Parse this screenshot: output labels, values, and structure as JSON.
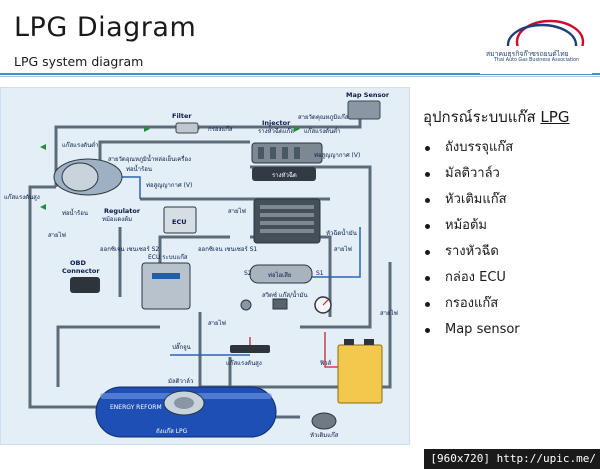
{
  "header": {
    "title": "LPG   Diagram",
    "subtitle": "LPG system  diagram"
  },
  "logo": {
    "name_thai": "สมาคมธุรกิจก๊าซรถยนต์ไทย",
    "name_en": "Thai Auto Gas Business Association"
  },
  "diagram": {
    "labels": {
      "map_sensor": "Map Sensor",
      "filter": "Filter",
      "filter_sub": "กรองแก๊ส",
      "injector": "Injector",
      "injector_sub": "รางหัวฉีดแก๊ส",
      "gas_line_low": "แก๊สแรงดันต่ำ",
      "gas_line_low2": "แก๊สแรงดันต่ำ",
      "vacuum_hose": "สายวัดคุณหภูมิแก๊ส",
      "gas_rail": "รางหัวฉีด",
      "coolant_hose": "สายวัดอุณหภูมิน้ำหล่อเย็นเครื่อง",
      "coolant_hose_sub": "ท่อน้ำร้อน",
      "pipe_v1": "ท่อสูญญากาศ (V)",
      "pipe_v2": "ท่อสูญญากาศ (V)",
      "high_pressure": "แก๊สแรงดันสูง",
      "water_pipe": "ท่อน้ำร้อน",
      "regulator": "Regulator",
      "regulator_sub": "หม้อแดงต้ม",
      "ecu": "ECU",
      "wire1": "สายไฟ",
      "wire2": "สายไฟ",
      "wire3": "สายไฟ",
      "wire4": "สายไฟ",
      "wire5": "สายไฟ",
      "oxygen_s2": "ออกซิเจน เซนเซอร์ S2",
      "oxygen_s1": "ออกซิเจน เซนเซอร์ S1",
      "gas_injector": "หัวฉีดน้ำมัน",
      "obd": "OBD",
      "obd_sub": "Connector",
      "ecu_box": "ECU ระบบแก๊ส",
      "s2": "S2",
      "s1": "S1",
      "catalyst": "ท่อไอเสีย",
      "switch": "สวิตซ์ แก๊ส/น้ำมัน",
      "plug": "ปลั๊กจูน",
      "gas_line_high2": "แก๊สแรงดันสูง",
      "multivalve": "มัลติวาล์ว",
      "fuse": "ฟิวส์",
      "tank": "ถังแก๊ส LPG",
      "fill_valve": "หัวเติมแก๊ส",
      "tank_brand": "ENERGY REFORM"
    }
  },
  "panel": {
    "title_prefix": "อุปกรณ์ระบบแก๊ส ",
    "title_underlined": "LPG",
    "items": [
      "ถังบรรจุแก๊ส",
      "มัลติวาล์ว",
      "หัวเติมแก๊ส",
      "หม้อต้ม",
      "รางหัวฉีด",
      "กล่อง ECU",
      "กรองแก๊ส",
      "Map sensor"
    ]
  },
  "watermark": "[960x720] http://upic.me/",
  "colors": {
    "accent": "#4a8fc4",
    "diagram_bg": "#e8f1f8",
    "pipe": "#5c6b78"
  }
}
